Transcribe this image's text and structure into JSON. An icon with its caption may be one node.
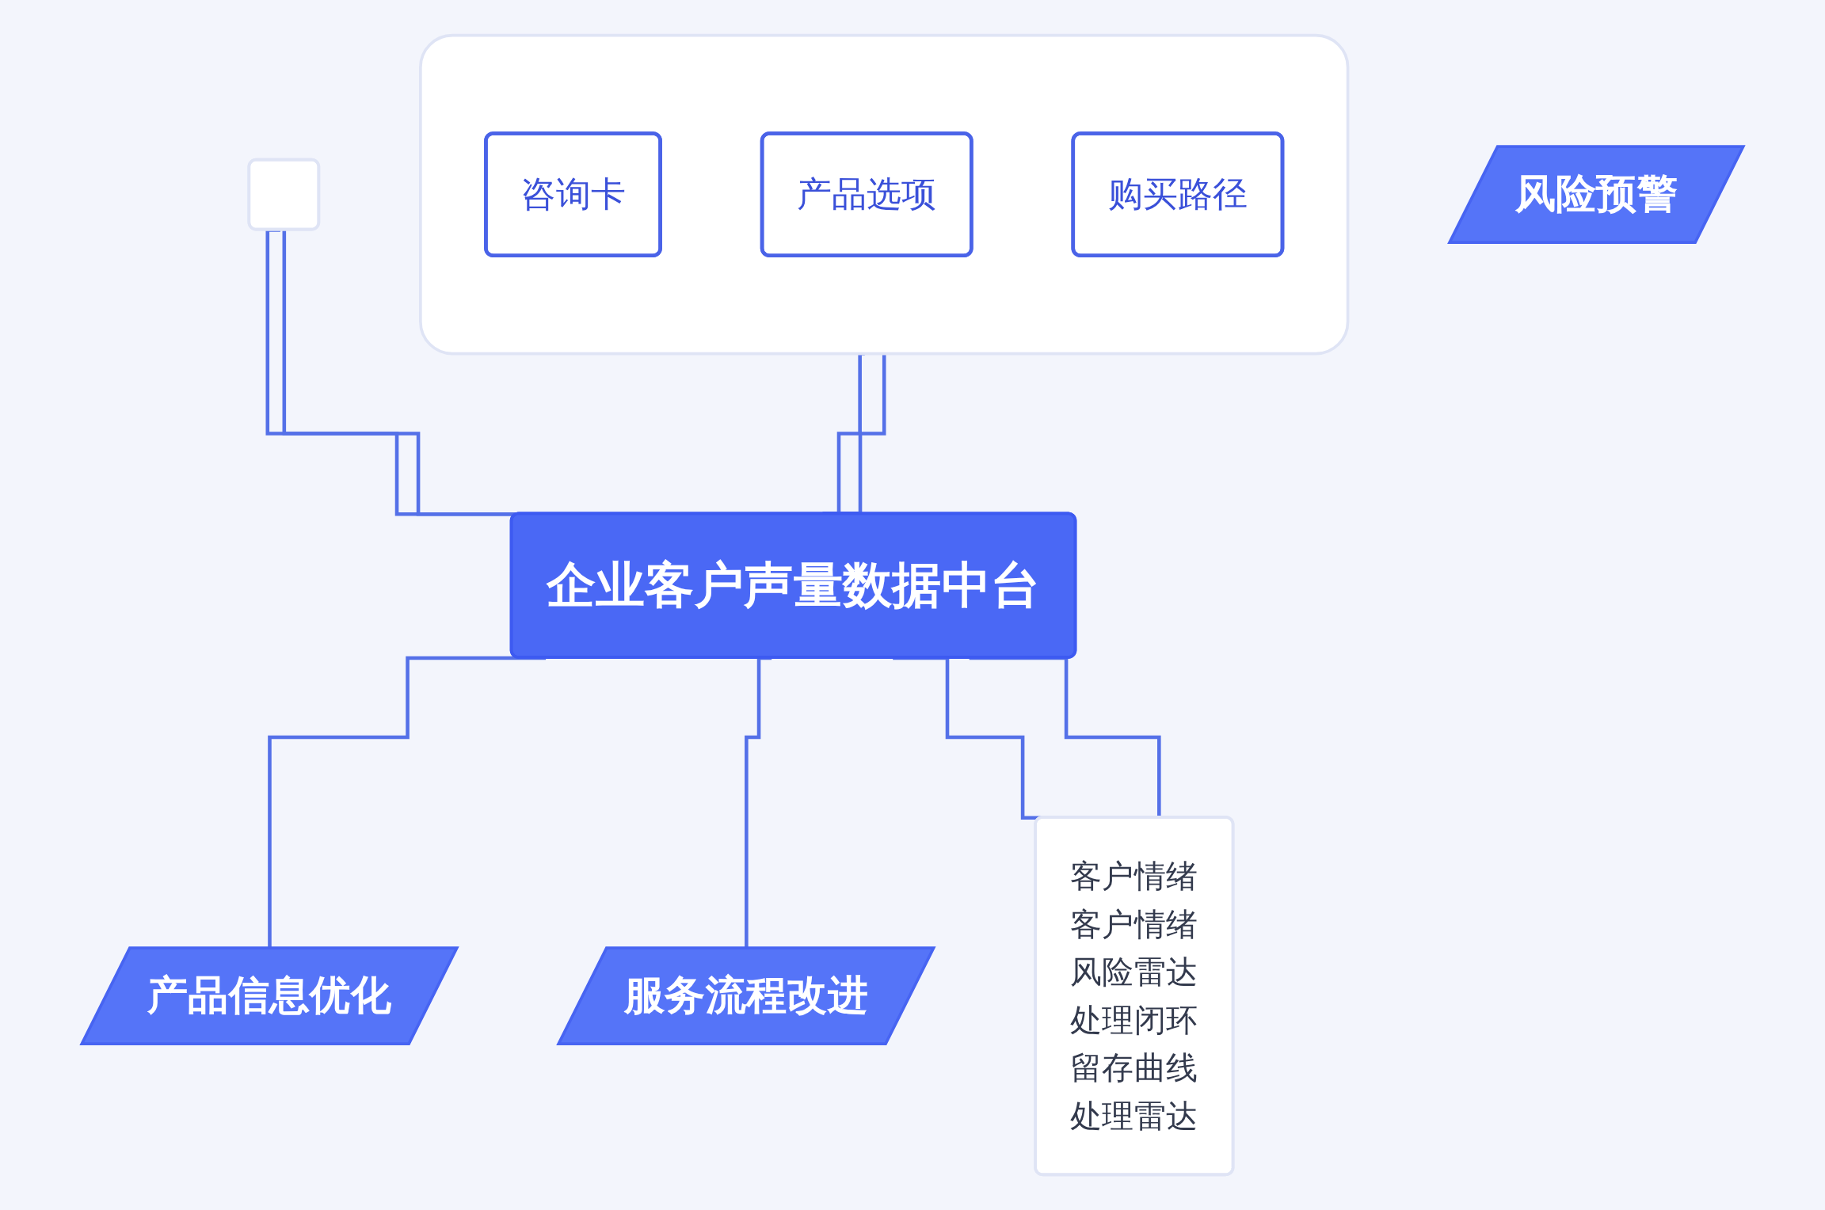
{
  "diagram": {
    "nodes": [
      {
        "text": [],
        "shape": "box"
      },
      {
        "text": [
          "咨询卡"
        ],
        "in": 0
      },
      {
        "text": [
          "产品选项"
        ],
        "in": 0
      },
      {
        "text": [
          "购买路径"
        ],
        "in": 0
      },
      {
        "text": [],
        "shape": "box"
      },
      {
        "text": [
          "企业客户声量数据中台"
        ]
      },
      {
        "text": [
          "产品信息优化"
        ]
      },
      {
        "text": [
          "服务流程改进"
        ]
      },
      {
        "text": [
          "风险预警"
        ]
      },
      {
        "text": [
          "客户情绪",
          "客户情绪",
          "风险雷达",
          "处理闭环",
          "留存曲线",
          "处理雷达"
        ]
      }
    ],
    "edges": [
      {
        "from": 0,
        "to": 5,
        "arrow": "none"
      },
      {
        "from": 0,
        "to": 5,
        "arrow": "none"
      },
      {
        "from": 4,
        "to": 5,
        "arrow": "none"
      },
      {
        "from": 4,
        "to": 5,
        "arrow": "none"
      },
      {
        "from": 5,
        "to": 6,
        "arrow": "none"
      },
      {
        "from": 5,
        "to": 7,
        "arrow": "none"
      },
      {
        "from": 5,
        "to": 9,
        "arrow": "none"
      },
      {
        "from": 5,
        "to": 9,
        "arrow": "none"
      }
    ]
  }
}
